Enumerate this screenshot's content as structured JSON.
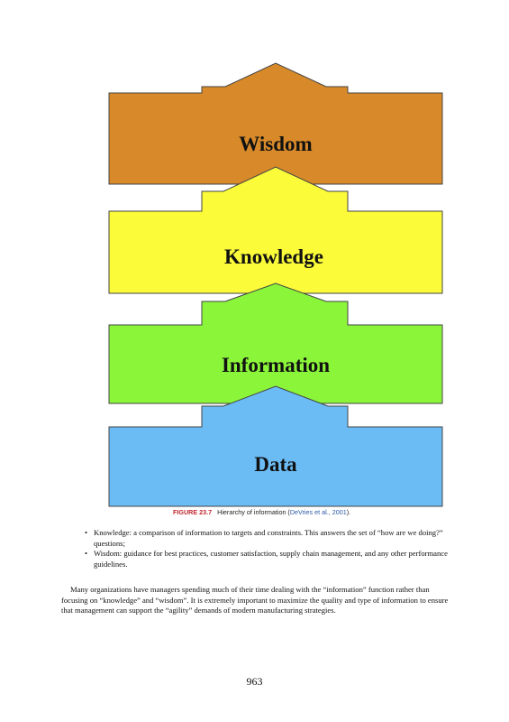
{
  "figure": {
    "levels": [
      {
        "label": "Wisdom",
        "color": "#d88a2a"
      },
      {
        "label": "Knowledge",
        "color": "#fbfb3a"
      },
      {
        "label": "Information",
        "color": "#8bf53a"
      },
      {
        "label": "Data",
        "color": "#6bbcf5"
      }
    ],
    "caption": {
      "label": "FIGURE 23.7",
      "text": "Hierarchy of information (",
      "citation": "DeVries et al., 2001",
      "suffix": ")."
    }
  },
  "bullets": [
    {
      "text": "Knowledge: a comparison of information to targets and constraints. This answers the set of “how are we doing?” questions;"
    },
    {
      "text": "Wisdom: guidance for best practices, customer satisfaction, supply chain management, and any other performance guidelines."
    }
  ],
  "paragraph": "Many organizations have managers spending much of their time dealing with the “information” function rather than focusing on “knowledge” and “wisdom”. It is extremely important to maximize the quality and type of information to ensure that management can support the “agility” demands of modern manufacturing strategies.",
  "page_number": "963"
}
